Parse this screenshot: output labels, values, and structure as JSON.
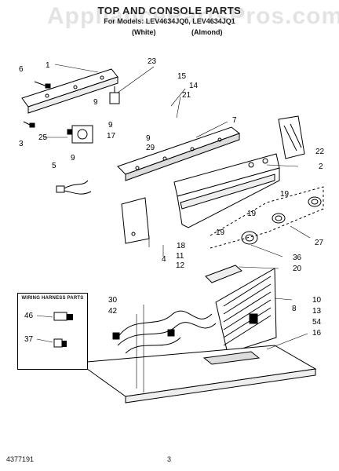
{
  "header": {
    "title": "TOP AND CONSOLE PARTS",
    "model_line": "For Models: LEV4634JQ0, LEV4634JQ1",
    "col_white": "(White)",
    "col_almond": "(Almond)",
    "watermark": "AppliancePartsPros.com"
  },
  "legend": {
    "title": "WIRING HARNESS PARTS",
    "items": [
      "46",
      "37"
    ]
  },
  "callouts": [
    "1",
    "2",
    "3",
    "4",
    "5",
    "6",
    "7",
    "8",
    "9",
    "9",
    "9",
    "9",
    "10",
    "11",
    "12",
    "13",
    "14",
    "15",
    "16",
    "17",
    "18",
    "19",
    "19",
    "19",
    "20",
    "21",
    "22",
    "23",
    "25",
    "27",
    "29",
    "30",
    "36",
    "42",
    "54"
  ],
  "footer": {
    "doc_number": "4377191",
    "page": "3"
  }
}
